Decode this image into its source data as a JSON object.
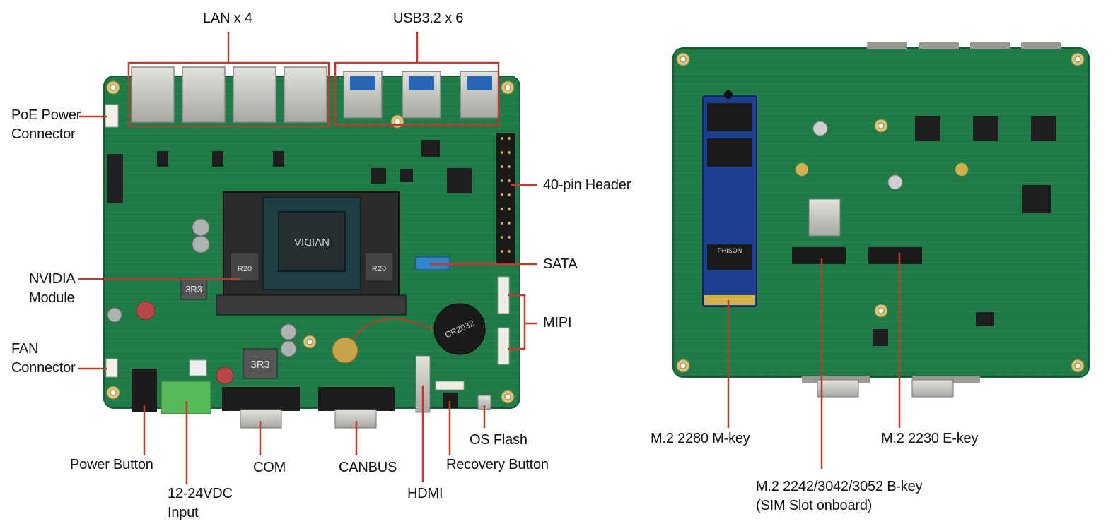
{
  "colors": {
    "board": "#1f7a46",
    "board_dark": "#17603a",
    "callout": "#c0392b",
    "metal": "#c9c9c4",
    "chip": "#1e1e1e",
    "heatsink": "#1f3f44",
    "ssd": "#1d3f8f",
    "terminal": "#57b95a",
    "sata": "#2f86c8"
  },
  "front": {
    "labels": {
      "lan": "LAN x 4",
      "usb": "USB3.2 x 6",
      "poe_1": "PoE Power",
      "poe_2": "Connector",
      "header40": "40-pin Header",
      "sata": "SATA",
      "nvidia_1": "NVIDIA",
      "nvidia_2": "Module",
      "mipi": "MIPI",
      "fan_1": "FAN",
      "fan_2": "Connector",
      "power_button": "Power Button",
      "dc_1": "12-24VDC",
      "dc_2": "Input",
      "com": "COM",
      "canbus": "CANBUS",
      "hdmi": "HDMI",
      "os_flash": "OS Flash",
      "recovery": "Recovery Button"
    },
    "board_marks": {
      "module_brand": "NVIDIA",
      "inductor_1": "3R3",
      "inductor_2": "3R3",
      "choke_1": "R20",
      "choke_2": "R20",
      "battery": "CR2032"
    }
  },
  "back": {
    "labels": {
      "m2_mkey": "M.2 2280 M-key",
      "m2_ekey": "M.2 2230 E-key",
      "m2_bkey_1": "M.2 2242/3042/3052 B-key",
      "m2_bkey_2": "(SIM Slot onboard)"
    },
    "board_marks": {
      "ssd_brand": "PHISON"
    }
  }
}
